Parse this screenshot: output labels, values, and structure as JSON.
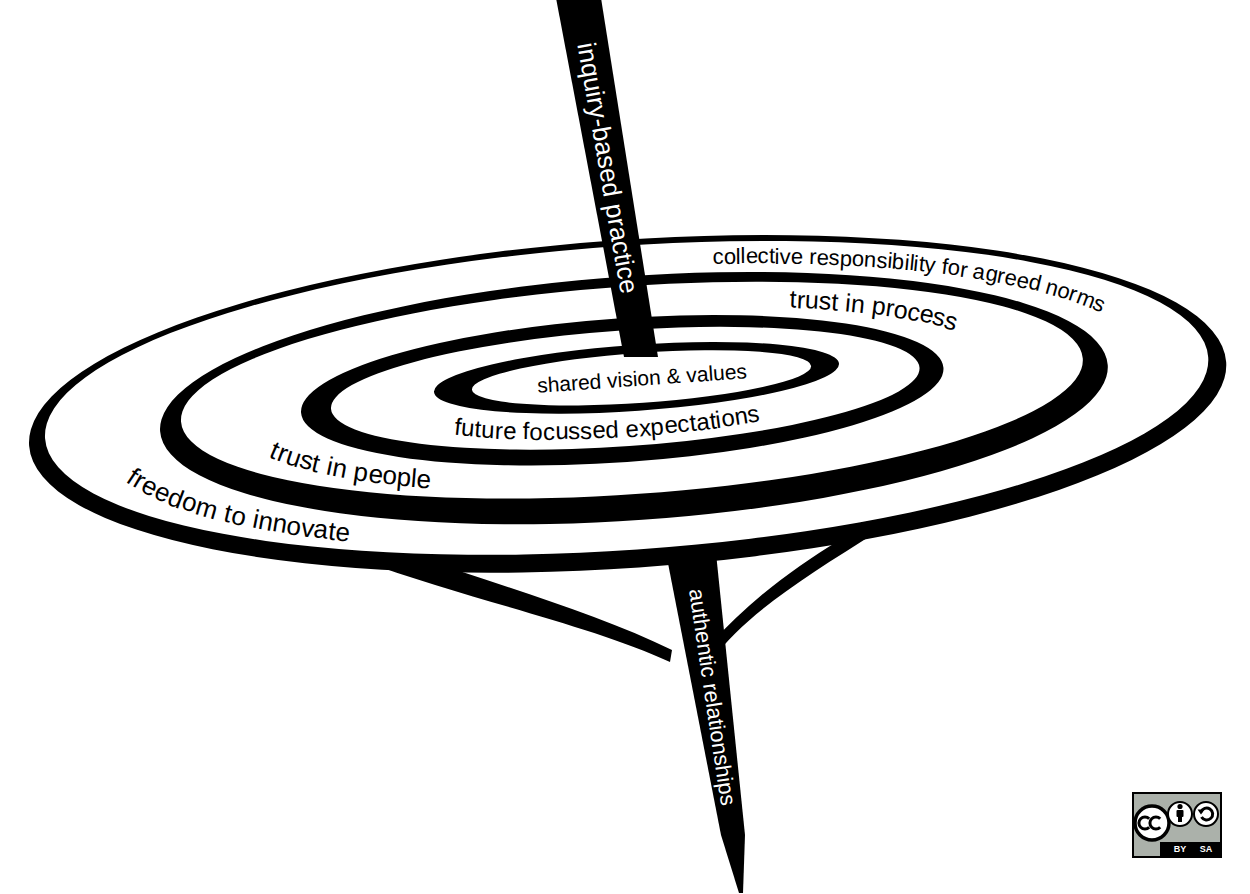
{
  "diagram": {
    "nodes": [
      {
        "text": [
          "inquiry-based practice"
        ]
      },
      {
        "text": [
          "collective responsibility for agreed norms",
          "freedom to innovate"
        ]
      },
      {
        "text": [
          "trust in process",
          "trust in people"
        ],
        "in": 1
      },
      {
        "text": [
          "future focussed expectations"
        ],
        "in": 2
      },
      {
        "text": [
          "shared vision & values"
        ],
        "in": 3
      },
      {
        "text": [
          "authentic relationships"
        ]
      }
    ],
    "labels": [
      "BY",
      "SA"
    ]
  }
}
